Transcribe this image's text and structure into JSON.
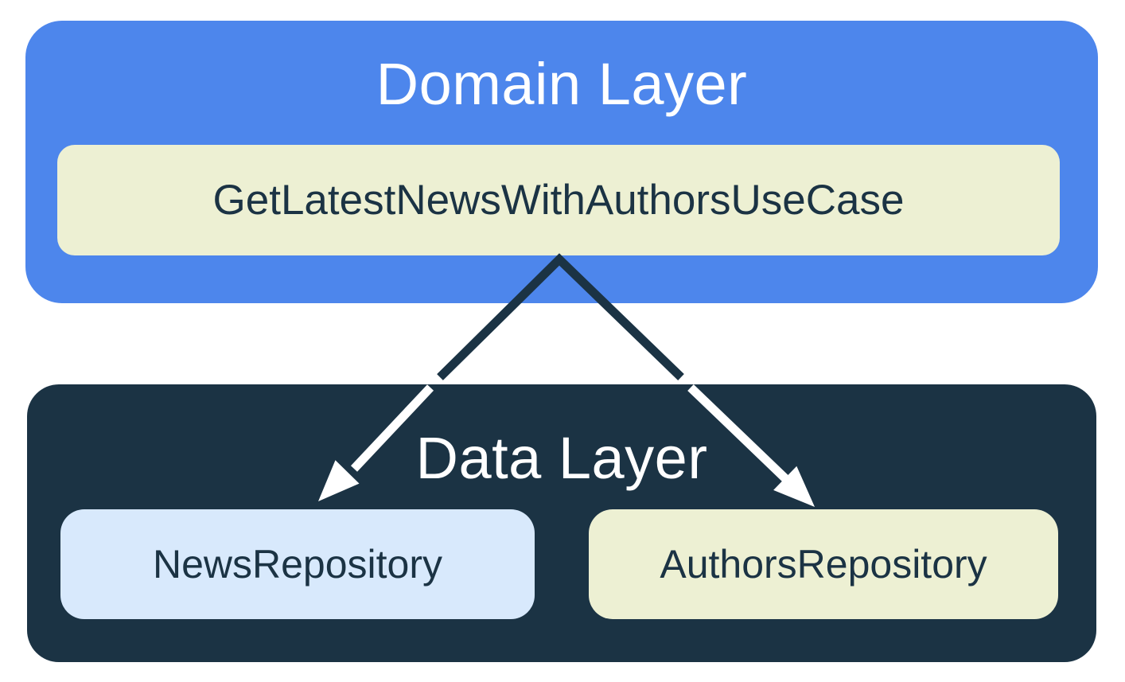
{
  "domain_layer": {
    "title": "Domain Layer",
    "use_case": {
      "label": "GetLatestNewsWithAuthorsUseCase"
    }
  },
  "data_layer": {
    "title": "Data Layer",
    "repositories": [
      {
        "label": "NewsRepository"
      },
      {
        "label": "AuthorsRepository"
      }
    ]
  },
  "edges": [
    {
      "from": "GetLatestNewsWithAuthorsUseCase",
      "to": "NewsRepository"
    },
    {
      "from": "GetLatestNewsWithAuthorsUseCase",
      "to": "AuthorsRepository"
    }
  ],
  "colors": {
    "domain_container": "#4D86EC",
    "data_container": "#1B3344",
    "use_case_fill": "#EDF0D3",
    "news_repository_fill": "#D8E9FC",
    "authors_repository_fill": "#EDF0D3",
    "title_text": "#FFFFFF",
    "node_text": "#1B3344",
    "arrow_on_light": "#1B3344",
    "arrow_on_dark": "#FFFFFF",
    "page_background": "#FFFFFF"
  }
}
